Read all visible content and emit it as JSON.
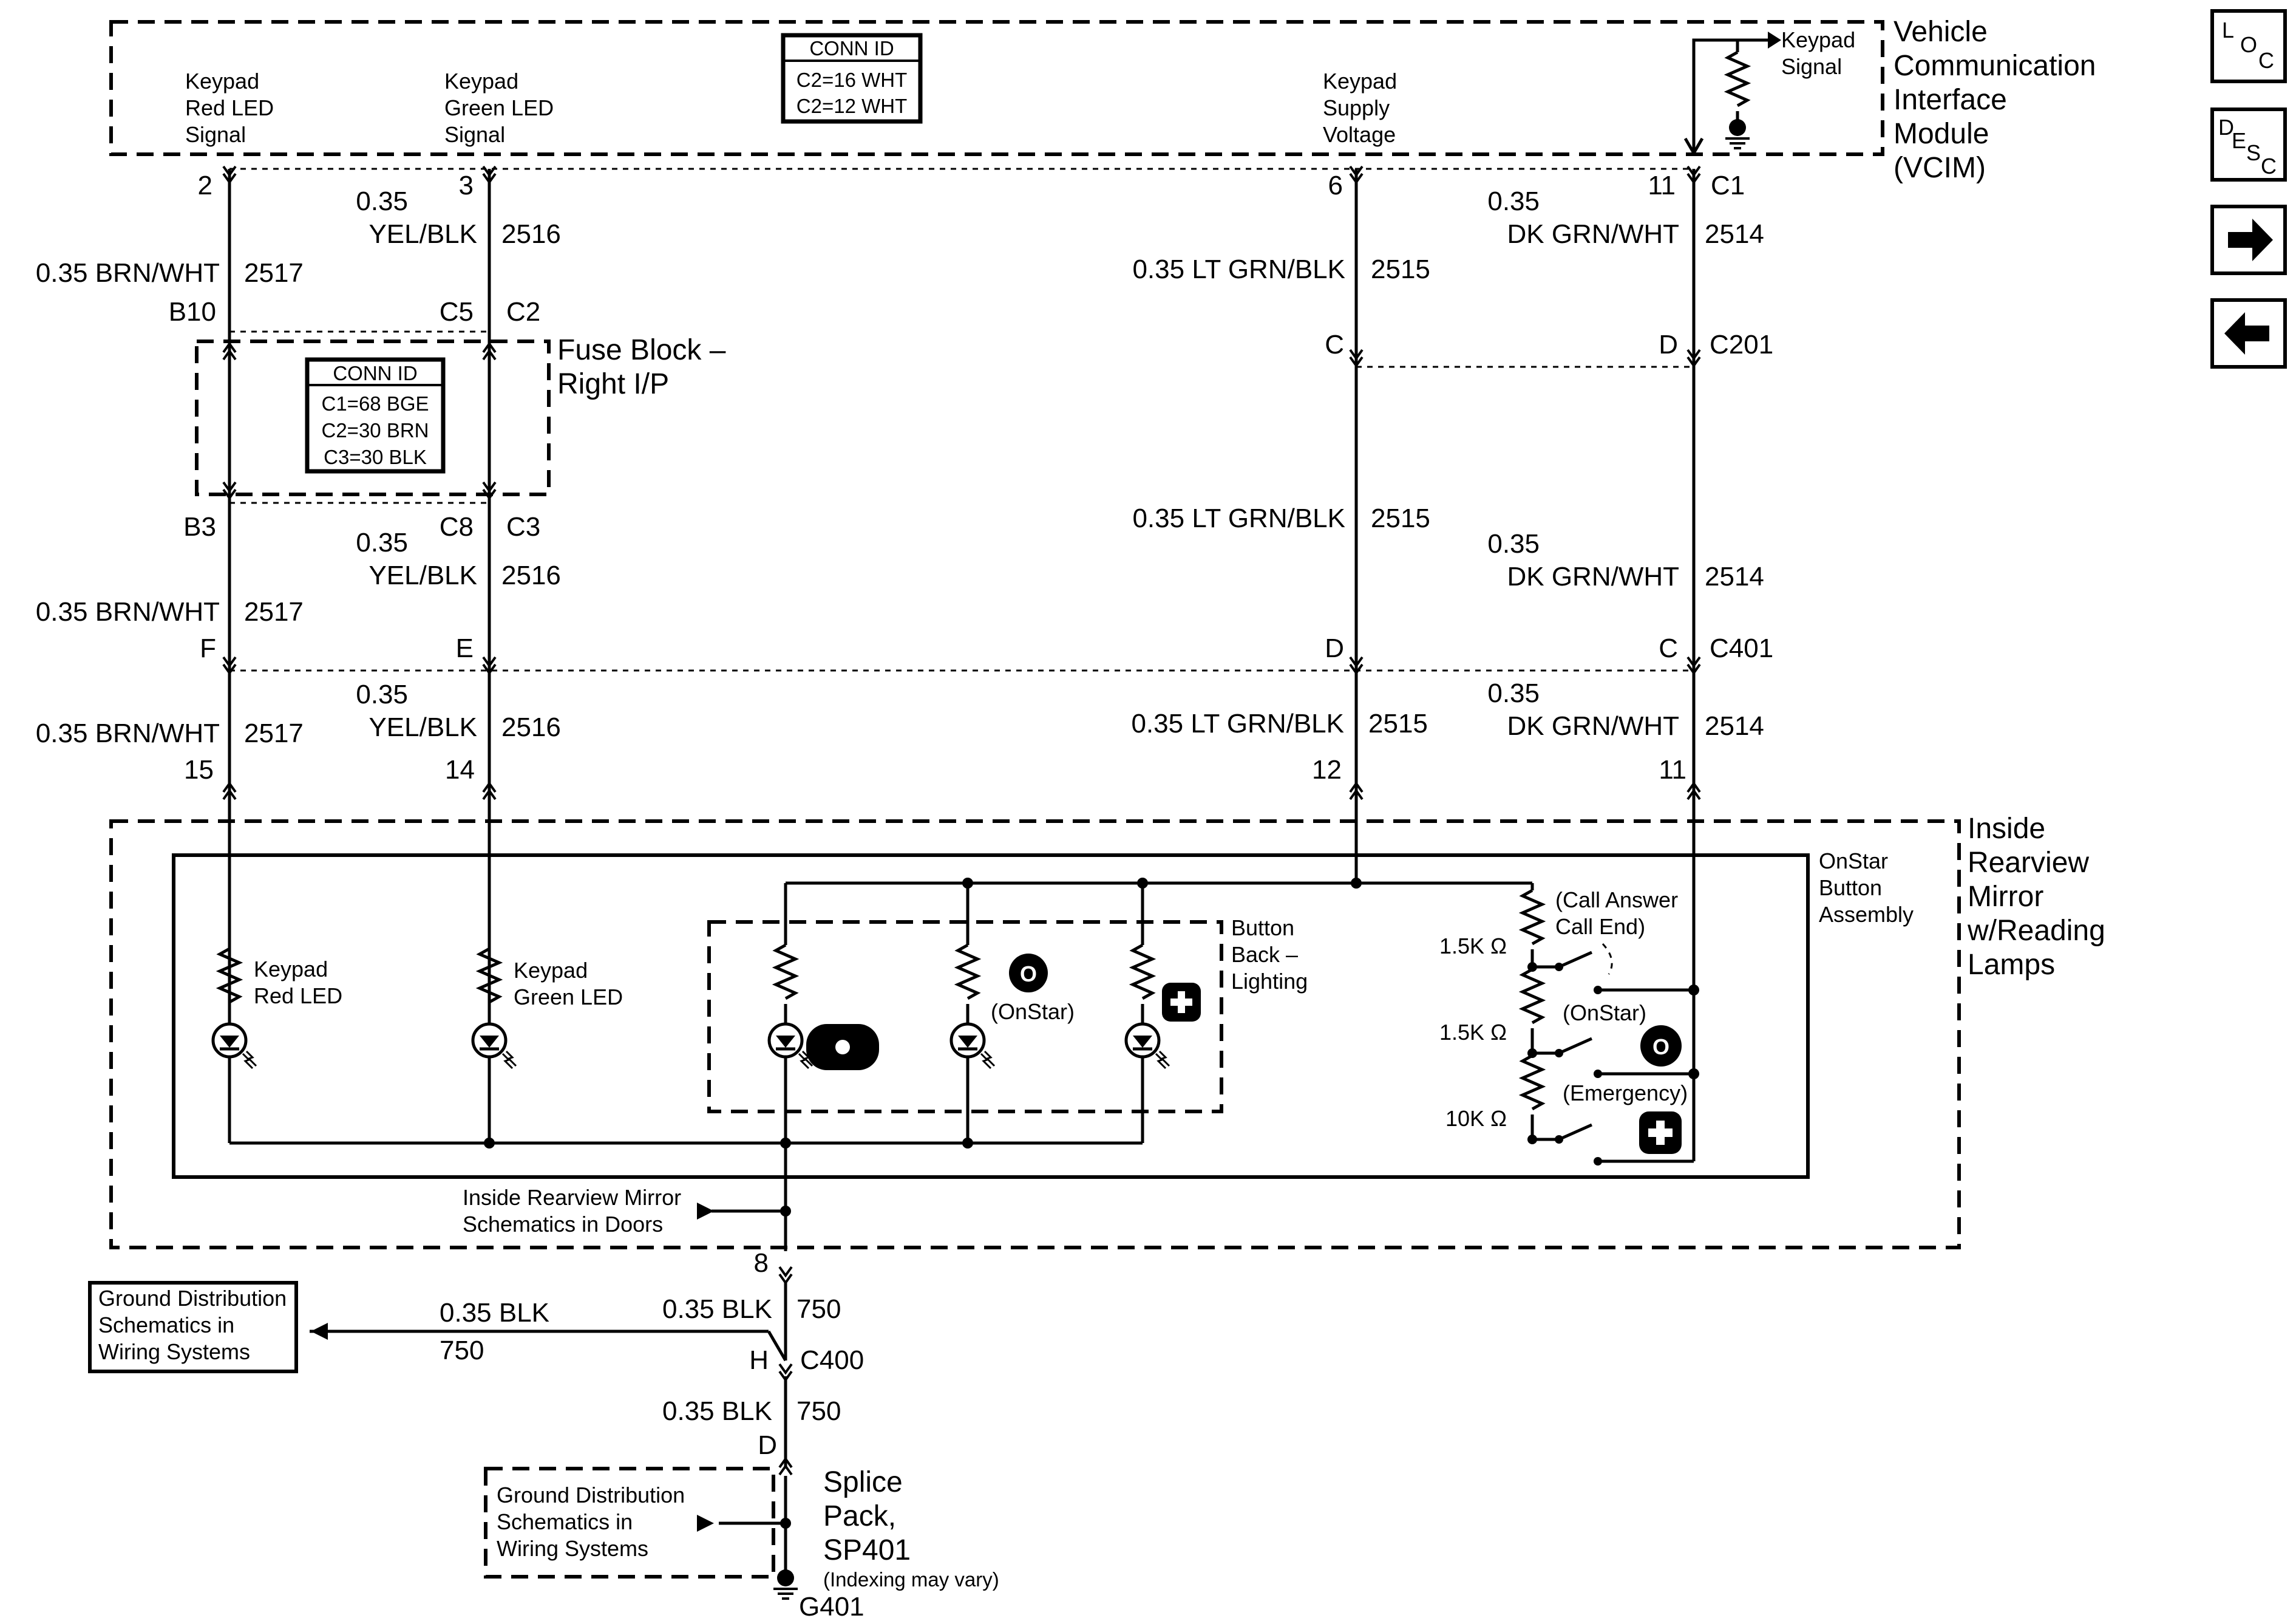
{
  "modules": {
    "vcim": "Vehicle Communication Interface Module (VCIM)",
    "vcim_lines": [
      "Vehicle",
      "Communication",
      "Interface",
      "Module",
      "(VCIM)"
    ],
    "fuse_block": [
      "Fuse Block –",
      "Right I/P"
    ],
    "mirror": [
      "Inside",
      "Rearview",
      "Mirror",
      "w/Reading",
      "Lamps"
    ],
    "onstar_assembly": [
      "OnStar",
      "Button",
      "Assembly"
    ],
    "button_back_lighting": [
      "Button",
      "Back –",
      "Lighting"
    ],
    "splice_pack": [
      "Splice",
      "Pack,",
      "SP401"
    ],
    "splice_note": "(Indexing may vary)"
  },
  "conn_ids": {
    "vcim": {
      "title": "CONN ID",
      "rows": [
        "C2=16 WHT",
        "C2=12 WHT"
      ]
    },
    "fuse_block": {
      "title": "CONN ID",
      "rows": [
        "C1=68 BGE",
        "C2=30 BRN",
        "C3=30 BLK"
      ]
    }
  },
  "signals": {
    "keypad_red": [
      "Keypad",
      "Red LED",
      "Signal"
    ],
    "keypad_green": [
      "Keypad",
      "Green LED",
      "Signal"
    ],
    "keypad_supply": [
      "Keypad",
      "Supply",
      "Voltage"
    ],
    "keypad_signal": [
      "Keypad",
      "Signal"
    ]
  },
  "circuits": {
    "red": {
      "gauge": "0.35",
      "color": "BRN/WHT",
      "full": "0.35 BRN/WHT",
      "number": "2517"
    },
    "green": {
      "gauge": "0.35",
      "color": "YEL/BLK",
      "number": "2516"
    },
    "supply": {
      "full": "0.35 LT GRN/BLK",
      "number": "2515"
    },
    "keypad": {
      "gauge": "0.35",
      "color": "DK GRN/WHT",
      "number": "2514"
    },
    "ground": {
      "full": "0.35 BLK",
      "number": "750"
    }
  },
  "pins": {
    "vcim": {
      "red": "2",
      "green": "3",
      "supply": "6",
      "keypad": "11",
      "connector": "C1"
    },
    "fuse_top": {
      "red": "B10",
      "green_a": "C5",
      "green_b": "C2"
    },
    "fuse_bottom": {
      "red": "B3",
      "green_a": "C8",
      "green_b": "C3"
    },
    "c201": {
      "supply": "C",
      "keypad": "D",
      "name": "C201"
    },
    "c401": {
      "red": "F",
      "green": "E",
      "supply": "D",
      "keypad": "C",
      "name": "C401"
    },
    "mirror": {
      "red": "15",
      "green": "14",
      "supply": "12",
      "keypad": "11",
      "ground": "8"
    },
    "c400": {
      "pin": "H",
      "name": "C400"
    },
    "splice": {
      "pin": "D"
    }
  },
  "components": {
    "red_led": [
      "Keypad",
      "Red LED"
    ],
    "green_led": [
      "Keypad",
      "Green LED"
    ],
    "onstar_label": "(OnStar)",
    "resistors": [
      "1.5K Ω",
      "1.5K Ω",
      "10K Ω"
    ],
    "switches": [
      "(Call Answer",
      "Call End)",
      "(OnStar)",
      "(Emergency)"
    ]
  },
  "references": {
    "mirror_doors": [
      "Inside Rearview Mirror",
      "Schematics in Doors"
    ],
    "ground_dist": [
      "Ground Distribution",
      "Schematics in",
      "Wiring Systems"
    ]
  },
  "ground": "G401",
  "nav": {
    "loc": [
      "L",
      "O",
      "C"
    ],
    "desc": [
      "D",
      "E",
      "S",
      "C"
    ],
    "next_icon": "arrow-right-icon",
    "prev_icon": "arrow-left-icon"
  }
}
